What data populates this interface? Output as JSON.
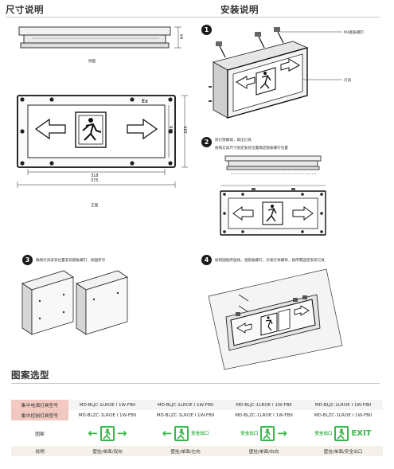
{
  "headings": {
    "dimensions": "尺寸说明",
    "installation": "安装说明",
    "patterns": "图案选型"
  },
  "dims": {
    "height_side": "64",
    "width_inner": "318",
    "width_outer": "375",
    "height_inner": "138",
    "height_outer": "165",
    "side_view_label": "侧图",
    "front_view_label": "正面"
  },
  "install": {
    "callout_bolt": "M4膨胀螺钉",
    "callout_lamp": "灯具",
    "step1": "1",
    "step2": "2",
    "step2_text_a": "拆灯壁螺母，取出灯具",
    "step2_text_b": "按照灯具尺寸划定安装位置确定膨胀螺钉位置",
    "step3": "3",
    "step3_text": "确保灯具安装位置安装膨胀螺钉，按图所示",
    "step4": "4",
    "step4_text": "按照图纸所画线，逐膨胀螺钉，拧紧灯体螺母，按所需固定安装灯具"
  },
  "table": {
    "row1_label": "集中电源灯具型号",
    "row1": [
      "MD-BLJC-1LROE I 1W-FBII",
      "MD-BLJC-1LROE I 1W-FBII",
      "MD-BLJC-1LROE I 1W-FBII",
      "MD-BLJC-1LROE I 1W-FBII"
    ],
    "row2_label": "集中控制灯具型号",
    "row2": [
      "MD-BLZC-1LROE I 1W-FBII",
      "MD-BLZC-1LROE I 1W-FBII",
      "MD-BLZC-1LROE I 1W-FBII",
      "MD-BLZC-1LROE I 1W-FBII"
    ],
    "pattern_label": "图案",
    "pattern_small_text": [
      "安全出口",
      "安全出口",
      "安全出口"
    ],
    "exit_text": "EXIT",
    "desc_label": "说明",
    "desc": [
      "壁挂/单面/双向",
      "壁挂/单面/左向",
      "壁挂/单面/右向",
      "壁挂/单面/安全出口"
    ]
  },
  "colors": {
    "header_pink": "#f3c9c2",
    "sign_green": "#3ab54a",
    "desc_bg": "#f6f0ea"
  }
}
